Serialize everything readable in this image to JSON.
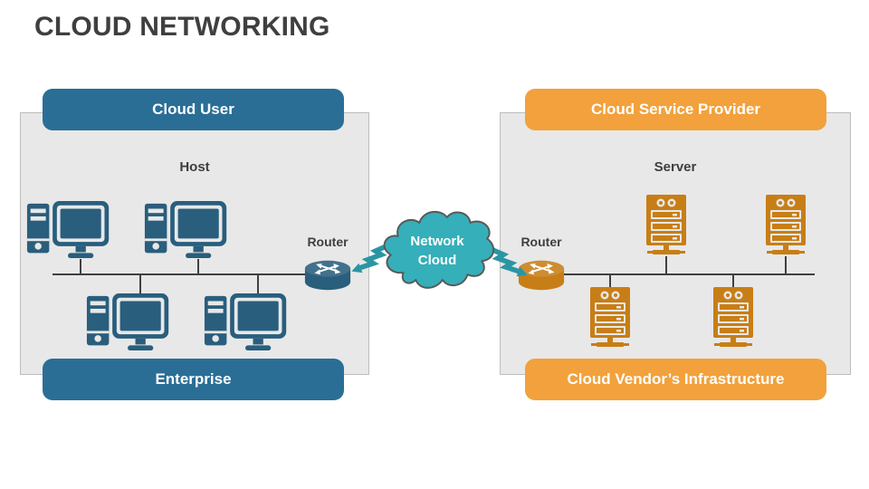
{
  "title": "CLOUD NETWORKING",
  "left_panel": {
    "header": "Cloud User",
    "device_label": "Host",
    "router_label": "Router",
    "footer": "Enterprise"
  },
  "right_panel": {
    "header": "Cloud Service Provider",
    "device_label": "Server",
    "router_label": "Router",
    "footer": "Cloud Vendor’s Infrastructure"
  },
  "cloud": {
    "line1": "Network",
    "line2": "Cloud"
  },
  "colors": {
    "title_text": "#3F3F3F",
    "blue": "#2A6E96",
    "orange": "#F2A13C",
    "icon_blue": "#295E7D",
    "icon_orange": "#C87E16",
    "cloud_teal": "#35AFB9",
    "bolt_teal": "#2A96A3",
    "line": "#404040",
    "box_fill": "#E8E8E8",
    "box_border": "#BDBDBD",
    "pill_text": "#FFFFFF"
  }
}
